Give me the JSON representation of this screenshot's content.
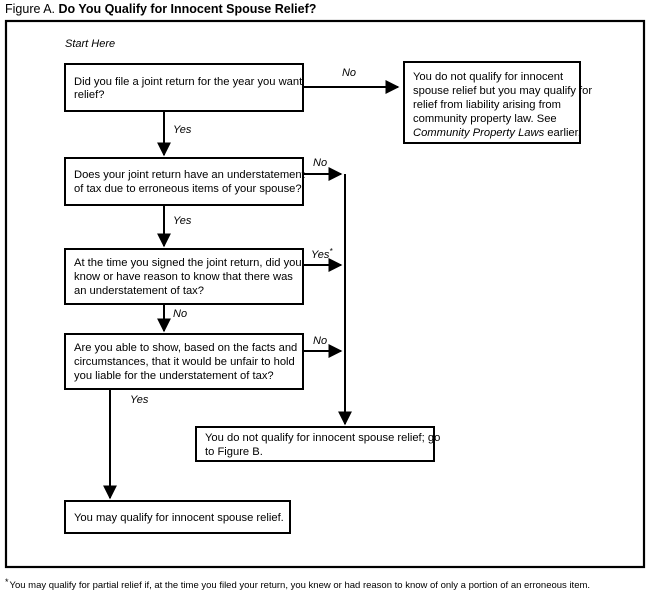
{
  "figure": {
    "label": "Figure A.",
    "headline": "Do You Qualify for Innocent Spouse Relief?"
  },
  "start_label": "Start Here",
  "footnote": {
    "marker": "*",
    "text": "You may qualify for partial relief if, at the time you filed your return, you knew or had reason to know of only a portion of an erroneous item."
  },
  "nodes": {
    "q1": {
      "line1": "Did you file a joint return for the year you want",
      "line2": "relief?"
    },
    "q2": {
      "line1": "Does your joint return have an understatement",
      "line2": "of tax due to erroneous items of your spouse?"
    },
    "q3": {
      "line1": "At the time you signed the joint return, did you",
      "line2": "know or have reason to know that there was",
      "line3": "an understatement of tax?"
    },
    "q4": {
      "line1": "Are you able to show, based on the facts and",
      "line2": "circumstances, that it would be unfair to hold",
      "line3": "you liable for the understatement of tax?"
    },
    "community_property": {
      "line1": "You do not qualify for innocent",
      "line2": "spouse relief but you may qualify for",
      "line3": "relief from liability arising from",
      "line4": "community property law. See",
      "line5_italic": "Community Property Laws",
      "line5_rest": " earlier."
    },
    "figure_b": {
      "line1": "You do not qualify for innocent spouse relief; go",
      "line2": "to Figure B."
    },
    "qualify": {
      "line1": "You may qualify for innocent spouse relief."
    }
  },
  "edges": {
    "q1_no": "No",
    "q1_yes": "Yes",
    "q2_no": "No",
    "q2_yes": "Yes",
    "q3_yes": "Yes",
    "q3_yes_marker": "*",
    "q3_no": "No",
    "q4_no": "No",
    "q4_yes": "Yes"
  },
  "colors": {
    "stroke": "#000000",
    "background": "#ffffff",
    "text": "#000000"
  }
}
